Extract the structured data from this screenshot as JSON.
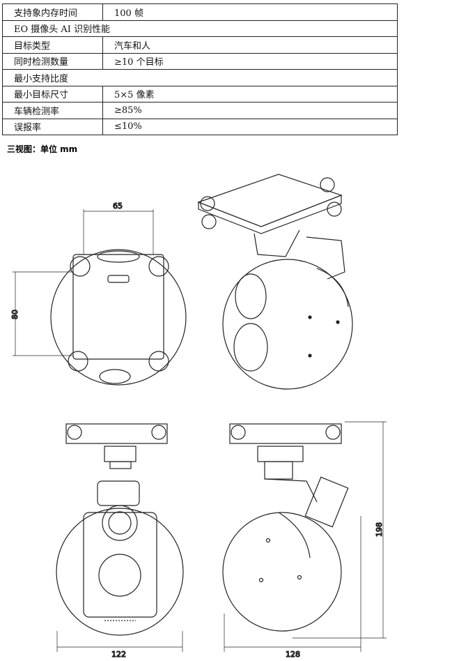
{
  "spec_table": {
    "rows": [
      {
        "label": "支持象内存时间",
        "value": "100 帧"
      },
      {
        "section": "EO 摄像头 AI 识别性能"
      },
      {
        "label": "目标类型",
        "value": "汽车和人"
      },
      {
        "label": "同时检测数量",
        "value": "≥10 个目标"
      },
      {
        "section": "最小支持比度"
      },
      {
        "label": "最小目标尺寸",
        "value": "5×5 像素"
      },
      {
        "label": "车辆检测率",
        "value": "≥85%"
      },
      {
        "label": "误报率",
        "value": "≤10%"
      }
    ]
  },
  "caption": "三视图：单位 mm",
  "dimensions": {
    "top_width": "65",
    "top_height": "80",
    "front_width": "122",
    "side_width": "128",
    "side_height": "198"
  }
}
